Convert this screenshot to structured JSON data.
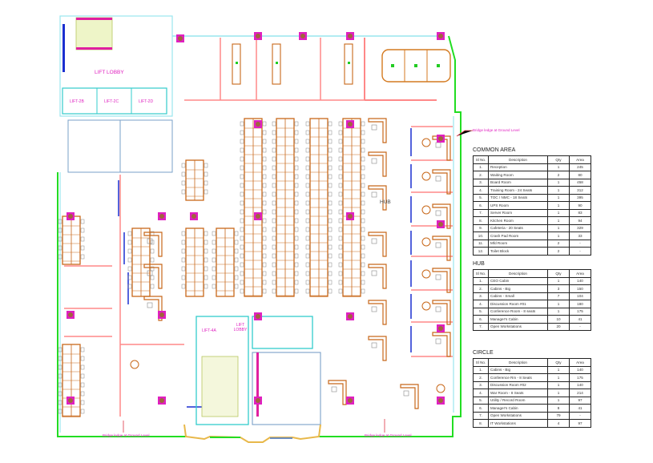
{
  "plan": {
    "labels": {
      "lift_lobby_top": "LIFT LOBBY",
      "lift_2b": "LIFT-2B",
      "lift_2c": "LIFT-2C",
      "lift_2d": "LIFT-2D",
      "lift_4a": "LIFT-4A",
      "lift_lobby_bottom": "LIFT LOBBY",
      "hub": "HUB"
    },
    "callouts": {
      "bottom_left": "Bridge ledge at Ground Level",
      "bottom_right": "Bridge ledge at Ground Level",
      "right": "Bridge ledge at Ground Level"
    }
  },
  "legend": {
    "headers": {
      "sl": "Sl No.",
      "desc": "Description",
      "qty": "Qty",
      "area": "Area"
    },
    "common_area": {
      "title": "COMMON AREA",
      "rows": [
        {
          "sl": "1.",
          "desc": "Reception",
          "qty": "1",
          "area": "245"
        },
        {
          "sl": "2.",
          "desc": "Waiting Room",
          "qty": "2",
          "area": "80"
        },
        {
          "sl": "3.",
          "desc": "Board Room",
          "qty": "1",
          "area": "458"
        },
        {
          "sl": "4.",
          "desc": "Training Room - 24 Seats",
          "qty": "1",
          "area": "312"
        },
        {
          "sl": "5.",
          "desc": "TOC / NMC - 18 Seats",
          "qty": "1",
          "area": "395"
        },
        {
          "sl": "6.",
          "desc": "UPS Room",
          "qty": "1",
          "area": "90"
        },
        {
          "sl": "7.",
          "desc": "Server Room",
          "qty": "1",
          "area": "83"
        },
        {
          "sl": "8.",
          "desc": "Kitchen Room",
          "qty": "1",
          "area": "94"
        },
        {
          "sl": "9.",
          "desc": "Cafeteria - 20 Seats",
          "qty": "1",
          "area": "329"
        },
        {
          "sl": "10.",
          "desc": "Crash Pad Room",
          "qty": "1",
          "area": "33"
        },
        {
          "sl": "11.",
          "desc": "Mfd Room",
          "qty": "2",
          "area": "-"
        },
        {
          "sl": "12.",
          "desc": "Toilet Block",
          "qty": "2",
          "area": "-"
        }
      ]
    },
    "hub": {
      "title": "HUB",
      "rows": [
        {
          "sl": "1.",
          "desc": "CEO Cabin",
          "qty": "1",
          "area": "140"
        },
        {
          "sl": "2.",
          "desc": "Cabins - Big",
          "qty": "3",
          "area": "150"
        },
        {
          "sl": "3.",
          "desc": "Cabins - Small",
          "qty": "7",
          "area": "104"
        },
        {
          "sl": "4.",
          "desc": "Discussion Room #01",
          "qty": "1",
          "area": "180"
        },
        {
          "sl": "5.",
          "desc": "Conference Room - 8 seats",
          "qty": "1",
          "area": "175"
        },
        {
          "sl": "6.",
          "desc": "Manager's Cabin",
          "qty": "10",
          "area": "41"
        },
        {
          "sl": "7.",
          "desc": "Open Workstations",
          "qty": "20",
          "area": "-"
        }
      ]
    },
    "circle": {
      "title": "CIRCLE",
      "rows": [
        {
          "sl": "1.",
          "desc": "Cabins - Big",
          "qty": "1",
          "area": "140"
        },
        {
          "sl": "2.",
          "desc": "Conference Rm - 8 Seats",
          "qty": "1",
          "area": "175"
        },
        {
          "sl": "3.",
          "desc": "Discussion Room #02",
          "qty": "1",
          "area": "140"
        },
        {
          "sl": "4.",
          "desc": "War Room - 8 Seats",
          "qty": "1",
          "area": "214"
        },
        {
          "sl": "5.",
          "desc": "Utility / Record Room",
          "qty": "1",
          "area": "97"
        },
        {
          "sl": "6.",
          "desc": "Manager's Cabin",
          "qty": "8",
          "area": "41"
        },
        {
          "sl": "7.",
          "desc": "Open Workstations",
          "qty": "79",
          "area": "-"
        },
        {
          "sl": "8.",
          "desc": "IT Workstations",
          "qty": "4",
          "area": "97"
        }
      ]
    }
  }
}
